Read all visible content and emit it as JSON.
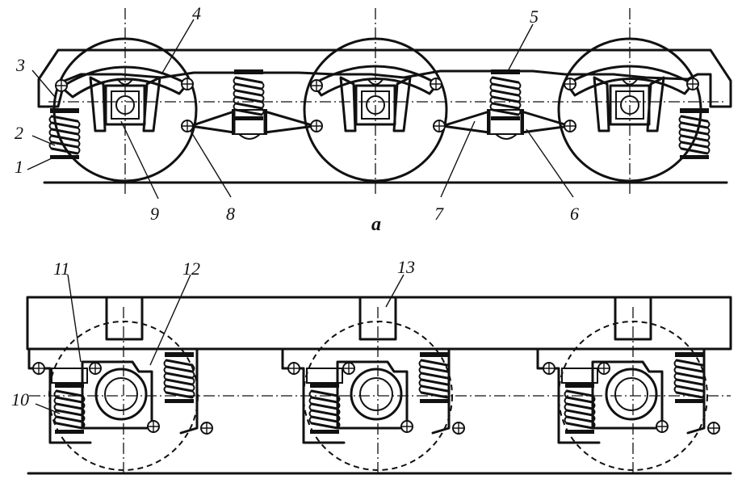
{
  "figure": {
    "subfigure_top_label": "a",
    "callouts": {
      "c1": "1",
      "c2": "2",
      "c3": "3",
      "c4": "4",
      "c5": "5",
      "c6": "6",
      "c7": "7",
      "c8": "8",
      "c9": "9",
      "c10": "10",
      "c11": "11",
      "c12": "12",
      "c13": "13"
    }
  }
}
